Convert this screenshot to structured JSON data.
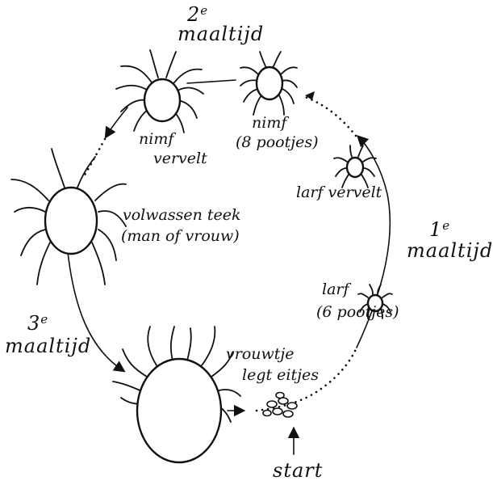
{
  "labels": {
    "meal2_num": "2",
    "meal2_sup": "e",
    "meal2_word": "maaltijd",
    "meal1_num": "1",
    "meal1_sup": "e",
    "meal1_word": "maaltijd",
    "meal3_num": "3",
    "meal3_sup": "e",
    "meal3_word": "maaltijd",
    "nymph_molts_1": "nimf",
    "nymph_molts_2": "vervelt",
    "nymph_1": "nimf",
    "nymph_2": "(8 pootjes)",
    "adult_1": "volwassen teek",
    "adult_2": "(man of vrouw)",
    "larva_molts": "larf vervelt",
    "larva_1": "larf",
    "larva_2": "(6 pootjes)",
    "female_1": "vrouwtje",
    "female_2": "legt eitjes",
    "start": "start"
  }
}
